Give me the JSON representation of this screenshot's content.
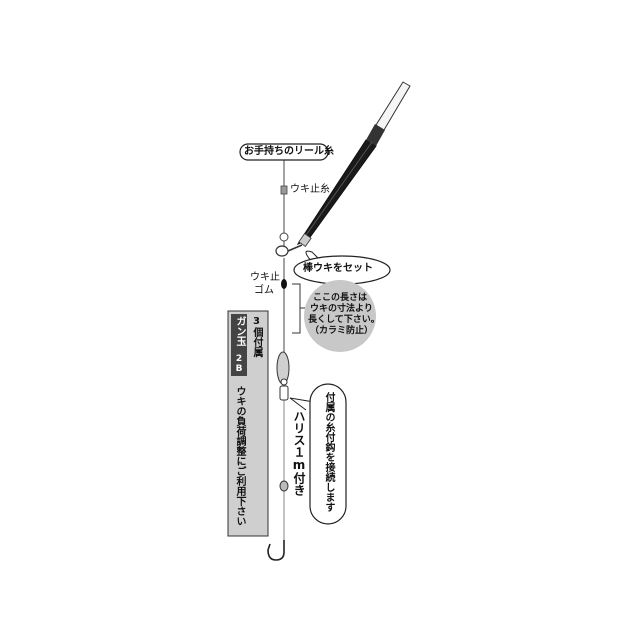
{
  "labels": {
    "reel_line": "お手持ちのリール糸",
    "stopper_thread": "ウキ止糸",
    "float_set": "棒ウキをセット",
    "stopper_rubber_1": "ウキ止",
    "stopper_rubber_2": "ゴム",
    "length_note_lines": [
      "ここの長さは",
      "ウキの寸法より",
      "長くして下さい。",
      "（カラミ防止）"
    ],
    "sinker_col1": "ガン玉",
    "sinker_col2": "2B",
    "sinker_col3": "3個付属",
    "sinker_col4": "ウキの負荷調整にご利用下さい",
    "hook_note_col1": "付属の糸付鈎を接続します",
    "harisu_label": "ハリス１m付き"
  },
  "colors": {
    "line": "#555555",
    "float_body": "#1a1a1a",
    "note_bubble": "#c8c8c8",
    "sinker_box": "#c8c8c8",
    "sinker_header": "#444444"
  }
}
